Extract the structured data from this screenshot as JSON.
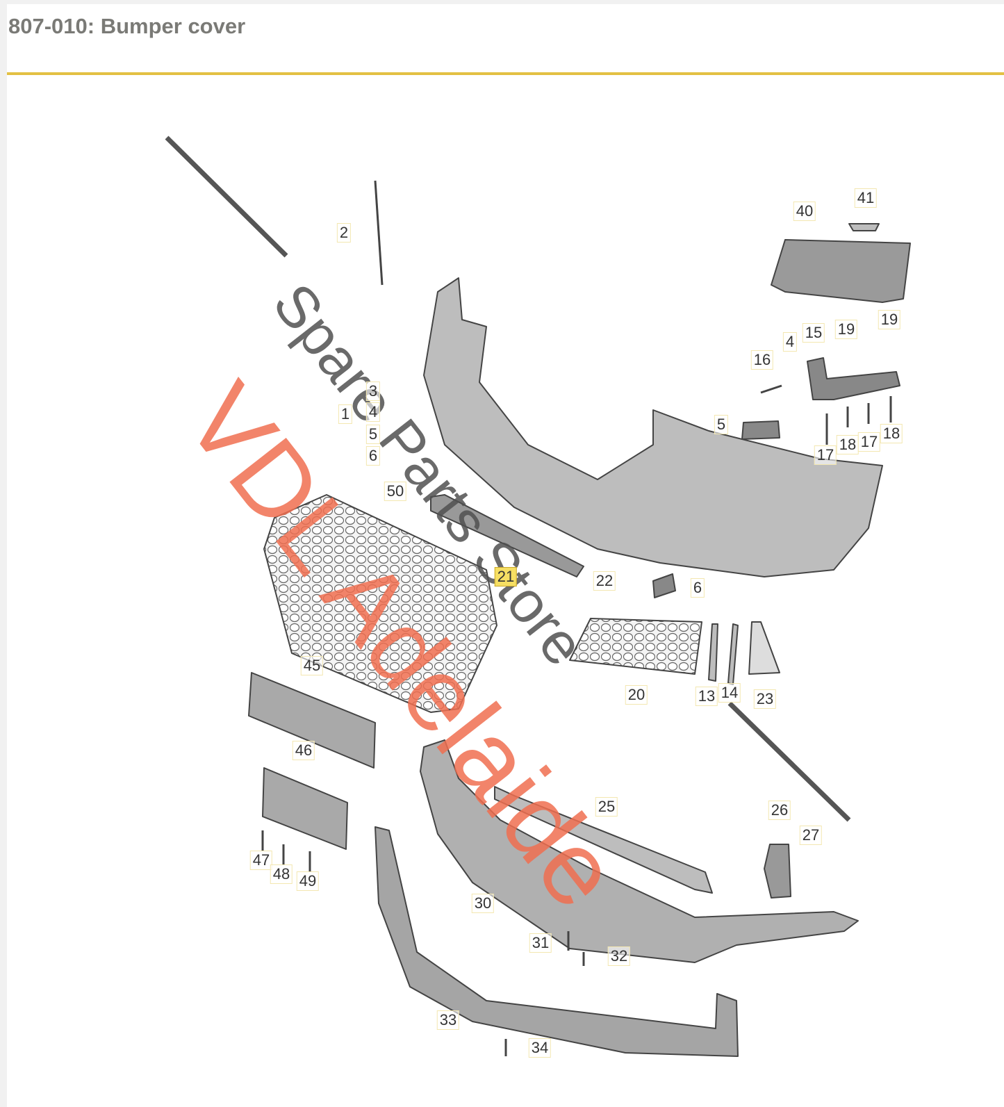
{
  "header": {
    "title": "807-010: Bumper cover"
  },
  "watermark": {
    "brand": "VDL Adelaide",
    "subtitle": "Spare Parts Store",
    "brand_color": "#f07a5a",
    "accent_rule_color": "#e3c043"
  },
  "callouts": [
    "2",
    "3",
    "4",
    "5",
    "6",
    "1",
    "50",
    "21",
    "22",
    "6",
    "20",
    "13",
    "14",
    "23",
    "45",
    "46",
    "47",
    "48",
    "49",
    "30",
    "25",
    "26",
    "27",
    "31",
    "32",
    "33",
    "34",
    "40",
    "41",
    "16",
    "4",
    "15",
    "19",
    "19",
    "17",
    "18",
    "17",
    "18",
    "5"
  ],
  "highlighted_part": "21"
}
